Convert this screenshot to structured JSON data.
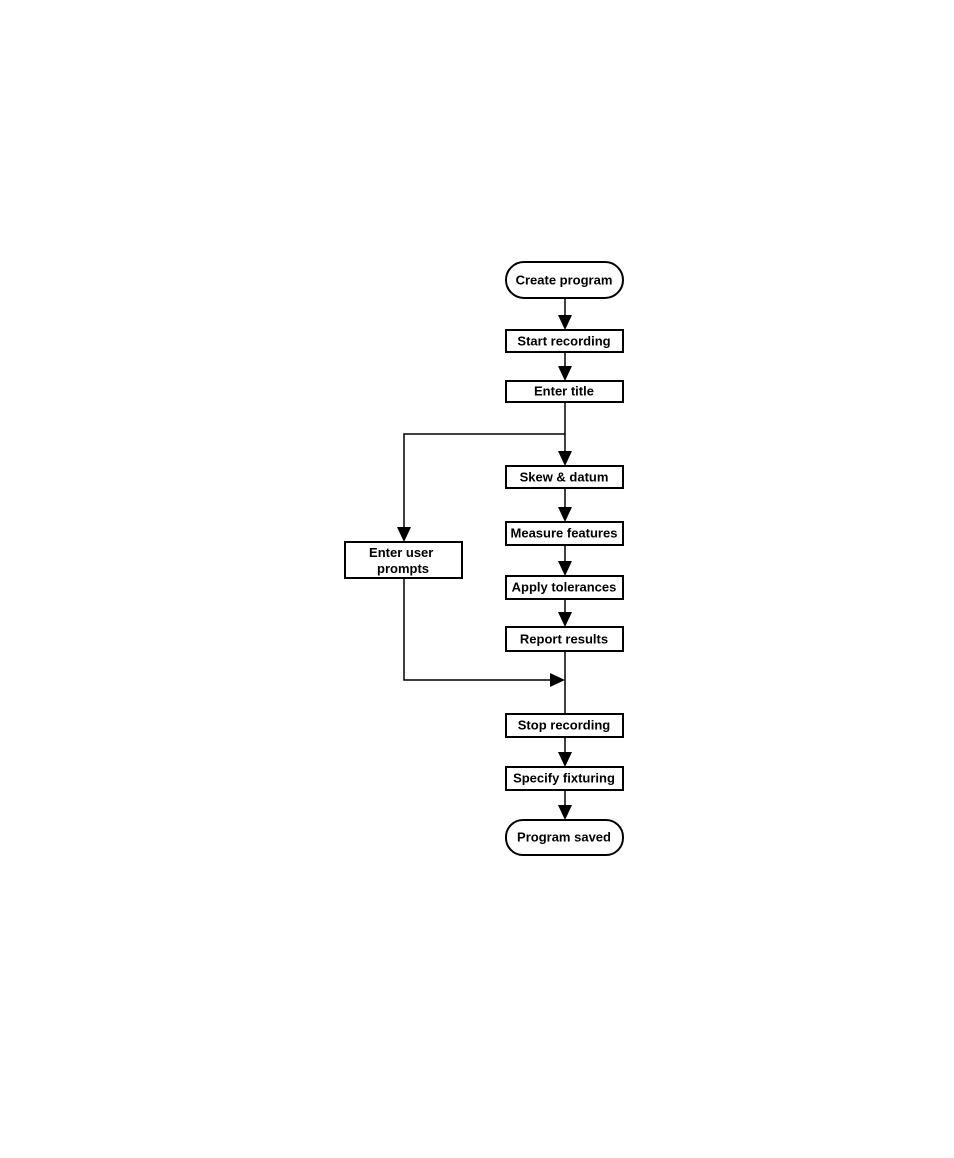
{
  "diagram": {
    "nodes": [
      {
        "id": "create",
        "label": "Create program"
      },
      {
        "id": "start",
        "label": "Start recording"
      },
      {
        "id": "title",
        "label": "Enter title"
      },
      {
        "id": "skew",
        "label": "Skew & datum"
      },
      {
        "id": "measure",
        "label": "Measure features"
      },
      {
        "id": "tolerances",
        "label": "Apply tolerances"
      },
      {
        "id": "report",
        "label": "Report results"
      },
      {
        "id": "prompts",
        "label": [
          "Enter user",
          "prompts"
        ]
      },
      {
        "id": "stop",
        "label": "Stop recording"
      },
      {
        "id": "fixturing",
        "label": "Specify fixturing"
      },
      {
        "id": "saved",
        "label": "Program saved"
      }
    ]
  }
}
